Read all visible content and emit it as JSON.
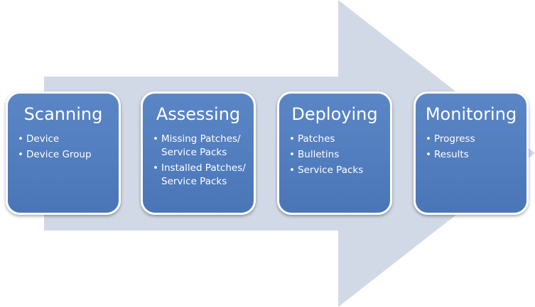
{
  "diagram": {
    "colors": {
      "arrow_fill": "#d1d9e7",
      "box_fill": "#4f7cbd",
      "box_border": "#ffffff",
      "text": "#ffffff"
    },
    "steps": [
      {
        "title": "Scanning",
        "bullets": [
          "Device",
          "Device Group"
        ]
      },
      {
        "title": "Assessing",
        "bullets": [
          "Missing Patches/ Service Packs",
          "Installed Patches/ Service Packs"
        ]
      },
      {
        "title": "Deploying",
        "bullets": [
          "Patches",
          "Bulletins",
          "Service Packs"
        ]
      },
      {
        "title": "Monitoring",
        "bullets": [
          "Progress",
          "Results"
        ]
      }
    ]
  }
}
